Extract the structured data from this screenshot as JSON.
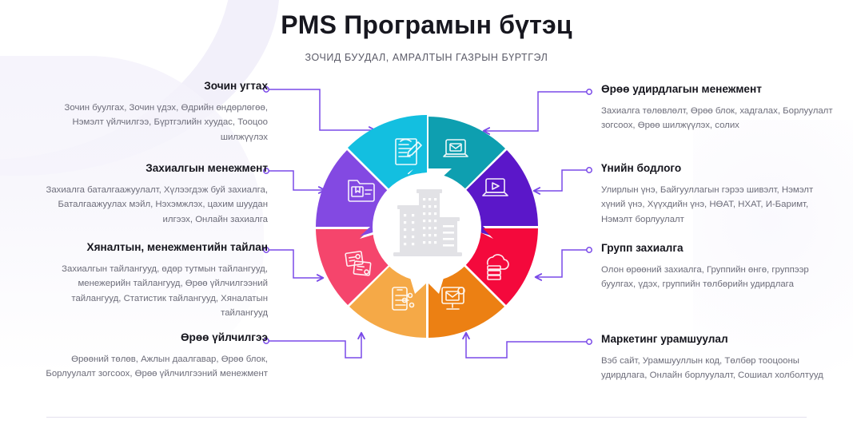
{
  "header": {
    "title": "PMS Програмын бүтэц",
    "subtitle": "ЗОЧИД БУУДАЛ, АМРАЛТЫН ГАЗРЫН БҮРТГЭЛ"
  },
  "left_blocks": [
    {
      "heading": "Зочин угтах",
      "body": "Зочин буулгах, Зочин үдэх, Өдрийн өндөрлөгөө, Нэмэлт үйлчилгээ, Бүртгэлийн хуудас, Тооцоо шилжүүлэх"
    },
    {
      "heading": "Захиалгын менежмент",
      "body": "Захиалга баталгаажуулалт, Хүлээгдэж буй захиалга, Баталгаажуулах мэйл, Нэхэмжлэх, цахим шуудан илгээх, Онлайн захиалга"
    },
    {
      "heading": "Хяналтын, менежментийн тайлан",
      "body": "Захиалгын тайлангууд, өдөр тутмын тайлангууд, менежерийн тайлангууд, Өрөө үйлчилгээний тайлангууд, Статистик тайлангууд, Хяналатын тайлангууд"
    },
    {
      "heading": "Өрөө үйлчилгээ",
      "body": "Өрөөний төлөв, Ажлын даалгавар, Өрөө блок, Борлуулалт зогсоох, Өрөө үйлчилгээний менежмент"
    }
  ],
  "right_blocks": [
    {
      "heading": "Өрөө удирдлагын менежмент",
      "body": "Захиалга төлөвлөлт, Өрөө блок, хадгалах, Борлуулалт зогсоох, Өрөө шилжүүлэх, солих"
    },
    {
      "heading": "Үнийн бодлого",
      "body": "Улирлын үнэ, Байгууллагын гэрээ шивэлт, Нэмэлт хүний үнэ, Хүүхдийн үнэ, НӨАТ, НХАТ, И-Баримт, Нэмэлт борлуулалт"
    },
    {
      "heading": "Групп захиалга",
      "body": "Олон өрөөний захиалга, Группийн өнгө, группээр буулгах, үдэх, группийн төлбөрийн удирдлага"
    },
    {
      "heading": "Маркетинг урамшуулал",
      "body": "Вэб сайт, Урамшууллын код, Төлбөр тооцооны удирдлага, Онлайн борлуулалт, Сошиал холболтууд"
    }
  ],
  "wheel": {
    "center_icon": "hotel-building-icon",
    "segments": [
      {
        "position": "top-left",
        "color": "#13bfe0",
        "icon": "registration-form-icon"
      },
      {
        "position": "top-right",
        "color": "#0e9fb0",
        "icon": "laptop-mail-icon"
      },
      {
        "position": "right-upper",
        "color": "#5b17c9",
        "icon": "laptop-play-icon"
      },
      {
        "position": "right-lower",
        "color": "#f4093c",
        "icon": "cloud-server-icon"
      },
      {
        "position": "bottom-right",
        "color": "#ec8013",
        "icon": "monitor-mail-icon"
      },
      {
        "position": "bottom-left",
        "color": "#f5a947",
        "icon": "mobile-settings-icon"
      },
      {
        "position": "left-lower",
        "color": "#f5456c",
        "icon": "cards-report-icon"
      },
      {
        "position": "left-upper",
        "color": "#8349e2",
        "icon": "folder-bookmark-icon"
      }
    ]
  },
  "colors": {
    "connector": "#7a4ae8",
    "heading": "#15151d",
    "body": "#6d6d7a",
    "background": "#ffffff",
    "accent_tint": "#f2f0fa"
  }
}
